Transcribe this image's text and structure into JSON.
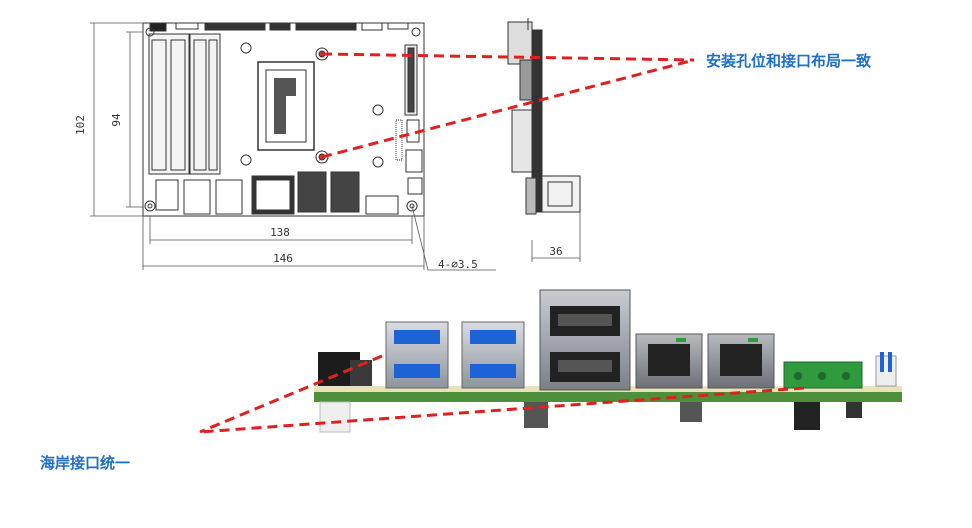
{
  "callouts": {
    "holes": "安装孔位和接口布局一致",
    "io": "海岸接口统一"
  },
  "dimensions": {
    "height_outer": "102",
    "height_inner": "94",
    "width_inner": "138",
    "width_outer": "146",
    "side_depth": "36",
    "holes": "4-∅3.5"
  },
  "colors": {
    "callout_text": "#1f6fc5",
    "dashed_line": "#e0201e",
    "pcb_green": "#4d8f3a",
    "usb_blue": "#1d63d6",
    "connector_gray": "#9a9a9a",
    "terminal_green": "#2f9a3e"
  }
}
